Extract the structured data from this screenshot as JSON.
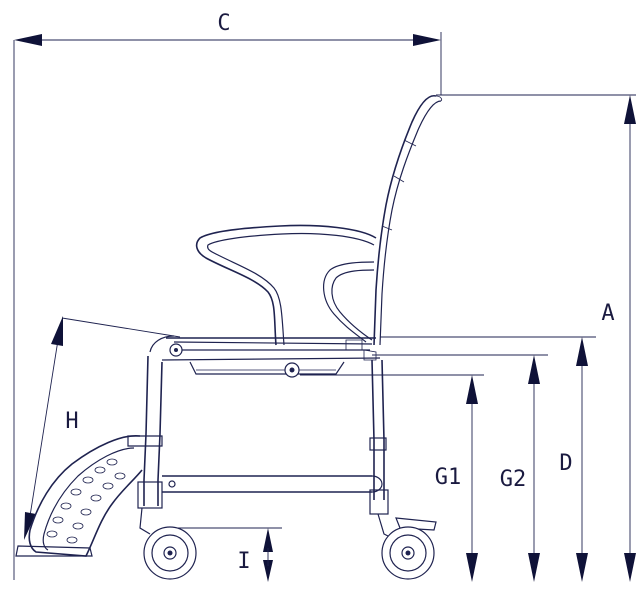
{
  "diagram": {
    "labels": {
      "A": "A",
      "C": "C",
      "D": "D",
      "G1": "G1",
      "G2": "G2",
      "H": "H",
      "I": "I"
    }
  }
}
